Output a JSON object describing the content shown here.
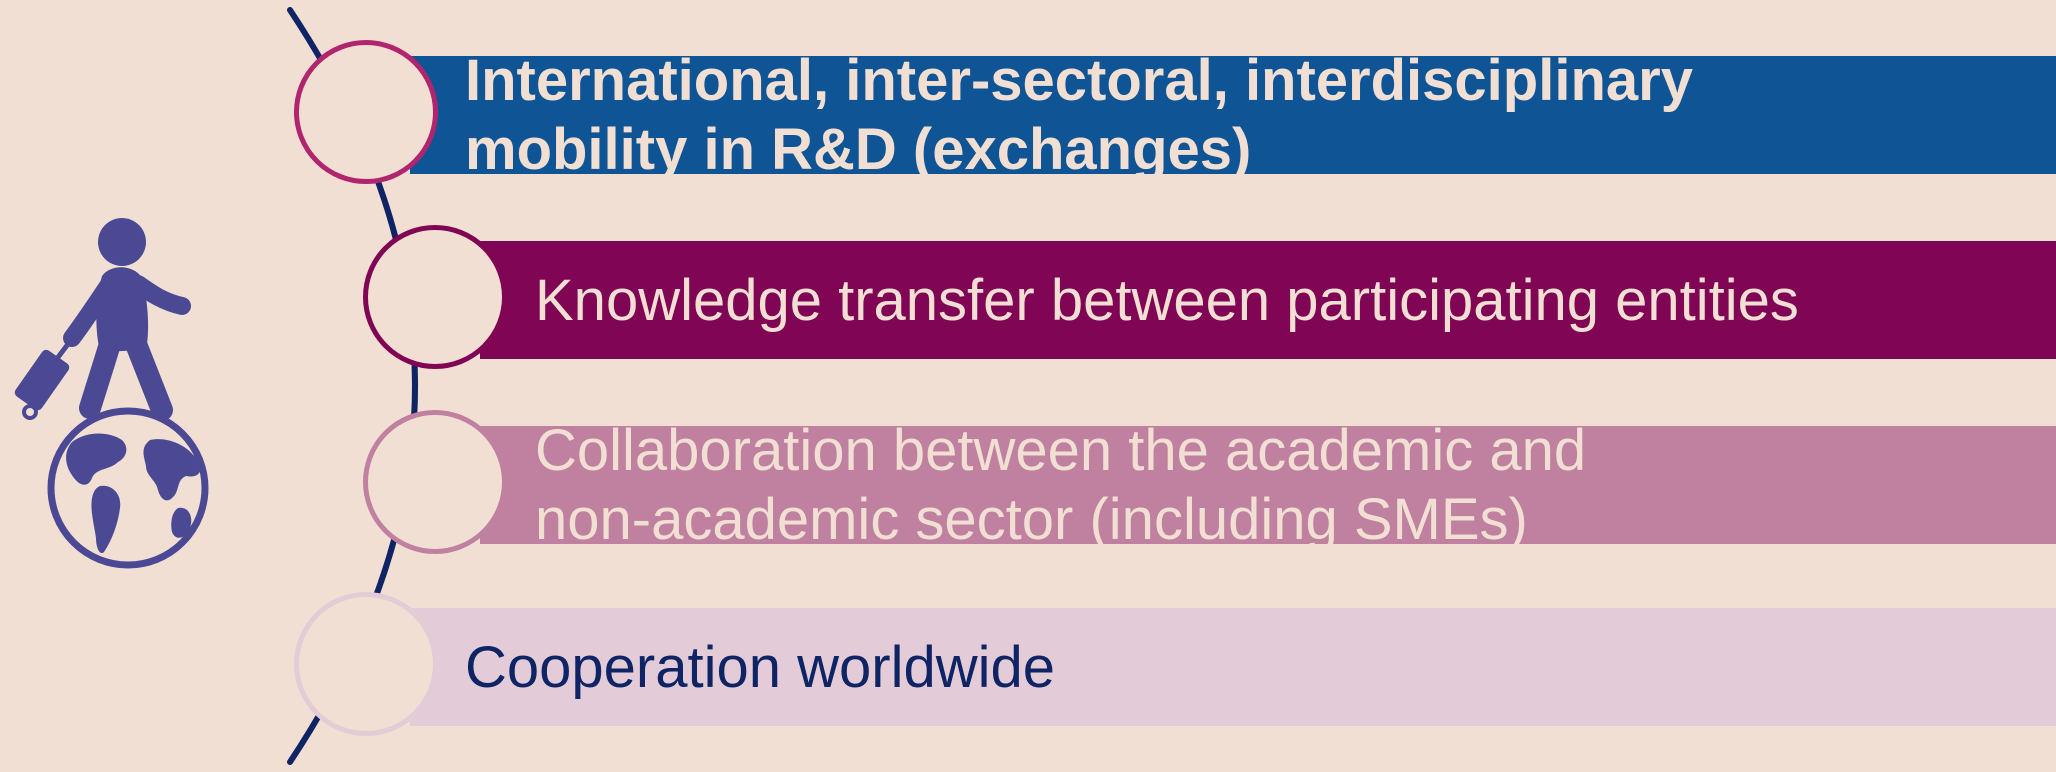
{
  "background_color": "#F2DFD3",
  "connector_color": "#0E2465",
  "icon": {
    "name": "traveler-with-suitcase-on-globe-icon",
    "color": "#4B4994"
  },
  "items": [
    {
      "text": "International, inter-sectoral, interdisciplinary\nmobility in R&D (exchanges)",
      "bar_color": "#0F5595",
      "text_color": "#F2DFD3",
      "ring_color": "#B0256D",
      "fill_color": "#F2DFD3",
      "bold": true
    },
    {
      "text": "Knowledge transfer between participating entities",
      "bar_color": "#800655",
      "text_color": "#F2DFD3",
      "ring_color": "#800655",
      "fill_color": "#F2DFD3",
      "bold": false
    },
    {
      "text": "Collaboration between the academic and\nnon-academic sector (including SMEs)",
      "bar_color": "#C080A0",
      "text_color": "#F2DFD3",
      "ring_color": "#C080A0",
      "fill_color": "#F2DFD3",
      "bold": false
    },
    {
      "text": "Cooperation worldwide",
      "bar_color": "#E3CCD7",
      "text_color": "#0E2465",
      "ring_color": "#E3CCD7",
      "fill_color": "#F2DFD3",
      "bold": false
    }
  ]
}
